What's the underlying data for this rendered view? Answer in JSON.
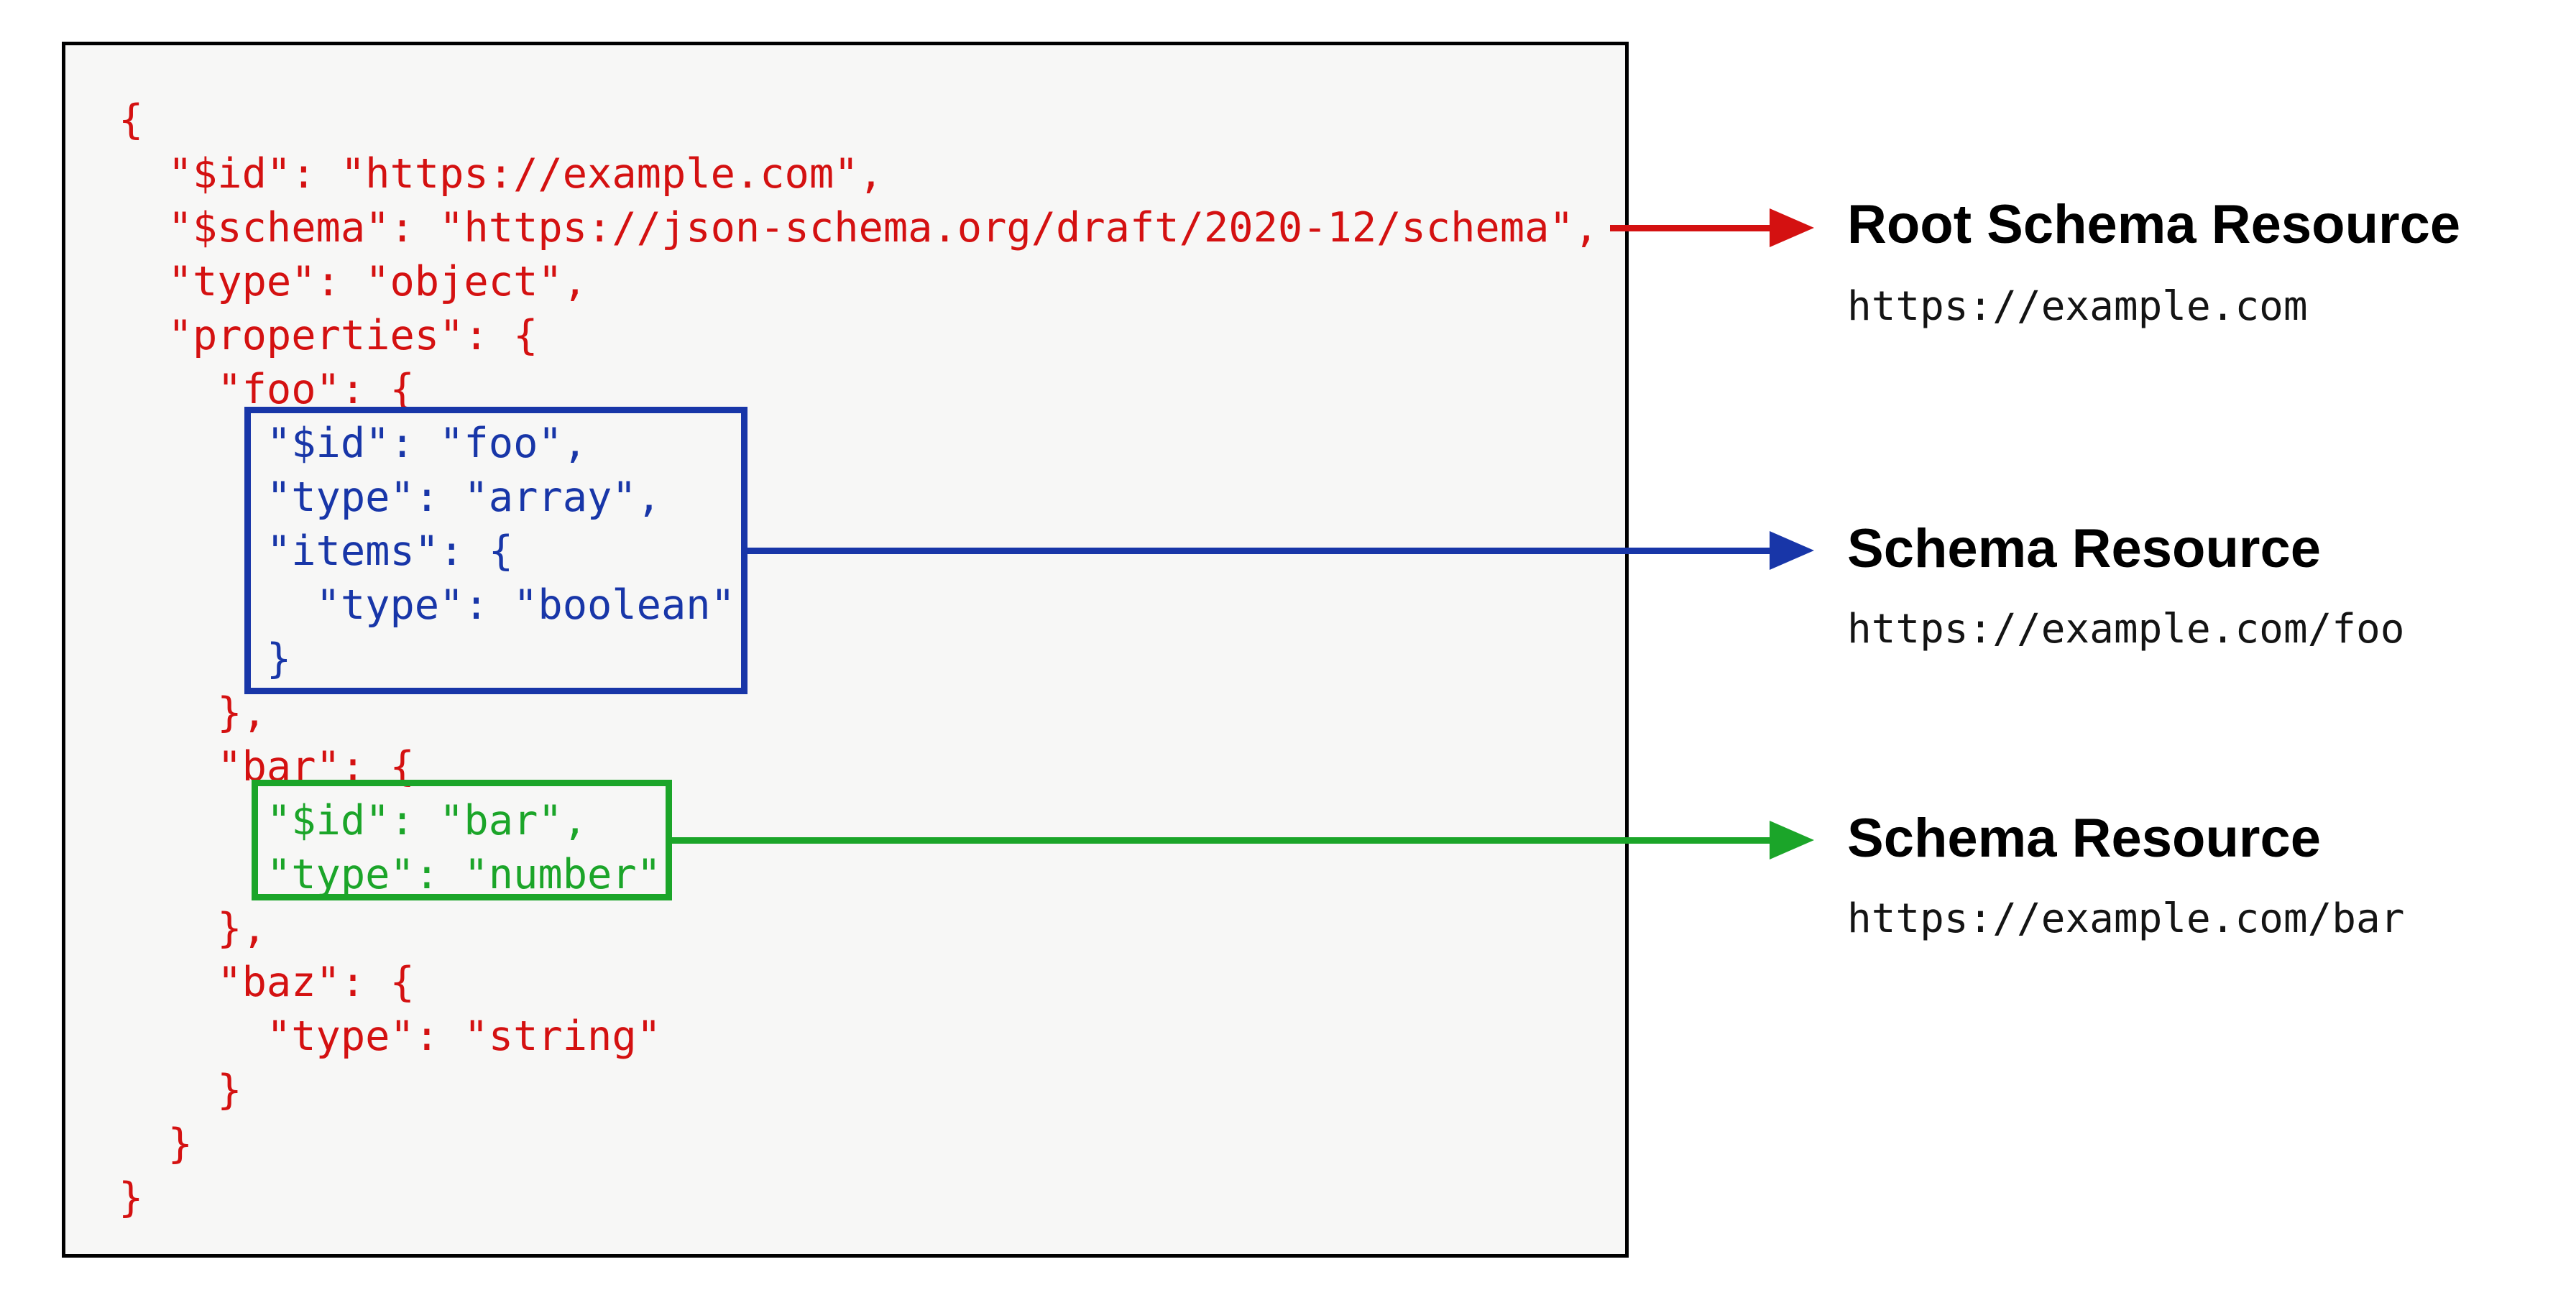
{
  "figure": {
    "description": "JSON Schema document with embedded schema resources, annotated with arrows",
    "code": {
      "language": "json",
      "lines": [
        {
          "text": "{",
          "color": "red"
        },
        {
          "text": "  \"$id\": \"https://example.com\",",
          "color": "red"
        },
        {
          "text": "  \"$schema\": \"https://json-schema.org/draft/2020-12/schema\",",
          "color": "red"
        },
        {
          "text": "  \"type\": \"object\",",
          "color": "red"
        },
        {
          "text": "  \"properties\": {",
          "color": "red"
        },
        {
          "text": "    \"foo\": {",
          "color": "red"
        },
        {
          "text": "      \"$id\": \"foo\",",
          "color": "blue"
        },
        {
          "text": "      \"type\": \"array\",",
          "color": "blue"
        },
        {
          "text": "      \"items\": {",
          "color": "blue"
        },
        {
          "text": "        \"type\": \"boolean\"",
          "color": "blue"
        },
        {
          "text": "      }",
          "color": "blue"
        },
        {
          "text": "    },",
          "color": "red"
        },
        {
          "text": "    \"bar\": {",
          "color": "red"
        },
        {
          "text": "      \"$id\": \"bar\",",
          "color": "green"
        },
        {
          "text": "      \"type\": \"number\"",
          "color": "green"
        },
        {
          "text": "    },",
          "color": "red"
        },
        {
          "text": "    \"baz\": {",
          "color": "red"
        },
        {
          "text": "      \"type\": \"string\"",
          "color": "red"
        },
        {
          "text": "    }",
          "color": "red"
        },
        {
          "text": "  }",
          "color": "red"
        },
        {
          "text": "}",
          "color": "red"
        }
      ]
    },
    "annotations": [
      {
        "title": "Root Schema Resource",
        "url": "https://example.com",
        "arrow_color": "red"
      },
      {
        "title": "Schema Resource",
        "url": "https://example.com/foo",
        "arrow_color": "blue"
      },
      {
        "title": "Schema Resource",
        "url": "https://example.com/bar",
        "arrow_color": "green"
      }
    ],
    "colors": {
      "red": "#d41111",
      "blue": "#1836a8",
      "green": "#1ba529",
      "panel_background": "#f7f7f6",
      "panel_border": "#000000",
      "label_text": "#000000"
    }
  }
}
